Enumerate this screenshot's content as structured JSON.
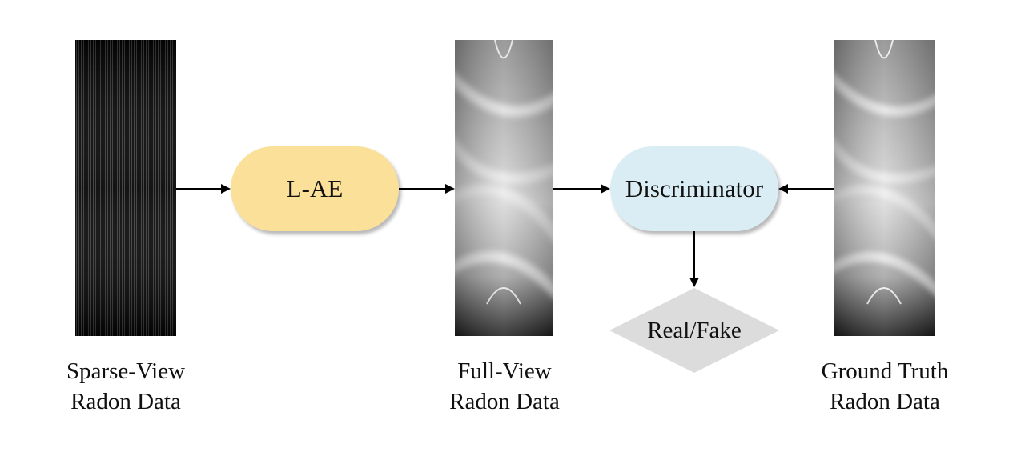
{
  "nodes": {
    "lae": "L-AE",
    "discriminator": "Discriminator",
    "output": "Real/Fake"
  },
  "captions": {
    "sparse": [
      "Sparse-View",
      "Radon Data"
    ],
    "full": [
      "Full-View",
      "Radon Data"
    ],
    "ground_truth": [
      "Ground Truth",
      "Radon Data"
    ]
  },
  "colors": {
    "lae_fill": "#fbe09a",
    "discriminator_fill": "#daedf4",
    "output_fill": "#dcdcdc",
    "arrow": "#000000"
  }
}
